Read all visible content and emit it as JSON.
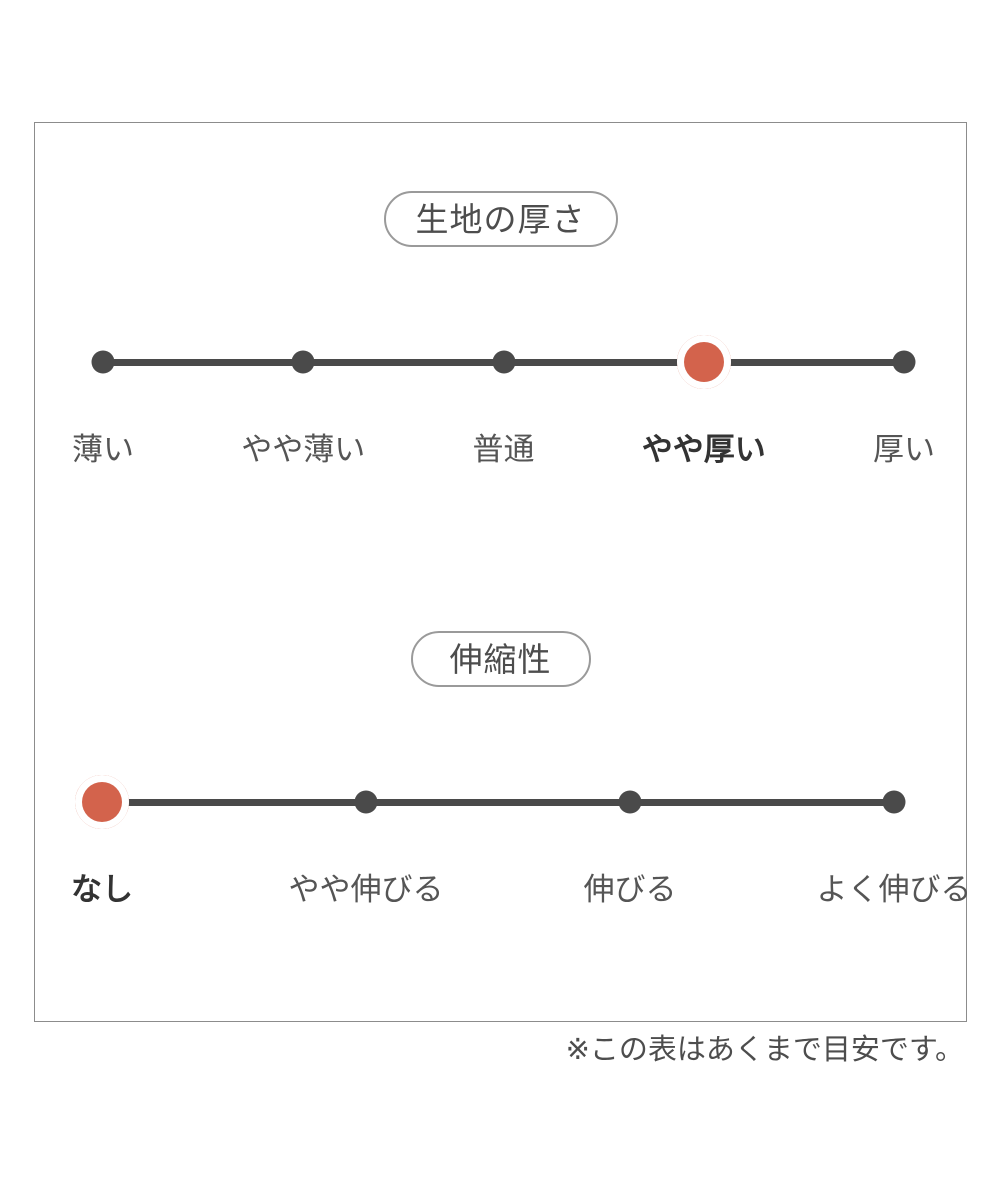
{
  "frame": {
    "border_color": "#8c8c8c",
    "background": "#ffffff"
  },
  "colors": {
    "selected": "#d3634c",
    "track": "#4a4a4a",
    "label": "#555555",
    "label_selected": "#333333",
    "pill_border": "#9a9a9a"
  },
  "chart_data": {
    "type": "scale",
    "title": "",
    "scales": [
      {
        "name": "thickness",
        "heading": "生地の厚さ",
        "categories": [
          "薄い",
          "やや薄い",
          "普通",
          "やや厚い",
          "厚い"
        ],
        "selected_index": 3,
        "selected_label": "やや厚い"
      },
      {
        "name": "stretch",
        "heading": "伸縮性",
        "categories": [
          "なし",
          "やや伸びる",
          "伸びる",
          "よく伸びる"
        ],
        "selected_index": 0,
        "selected_label": "なし"
      }
    ]
  },
  "footnote": "※この表はあくまで目安です。"
}
